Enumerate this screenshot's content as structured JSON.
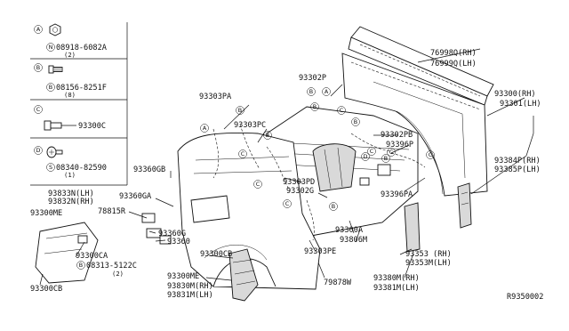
{
  "legend": {
    "items": [
      {
        "key": "A",
        "circle": "N",
        "part": "08918-6082A",
        "qty": "(2)"
      },
      {
        "key": "B",
        "circle": "B",
        "part": "08156-8251F",
        "qty": "(8)"
      },
      {
        "key": "C",
        "circle": "",
        "part": "93300C",
        "qty": ""
      },
      {
        "key": "D",
        "circle": "S",
        "part": "08340-82590",
        "qty": "(1)"
      }
    ]
  },
  "labels": {
    "rh_76998Q": "76998Q(RH)",
    "lh_76999Q": "76999Q(LH)",
    "rh_93300": "93300(RH)",
    "lh_93301": "93301(LH)",
    "p93302P": "93302P",
    "p93303PA": "93303PA",
    "p93303PC": "93303PC",
    "p93302PB": "93302PB",
    "p93396P": "93396P",
    "p93396PA": "93396PA",
    "rh_93384P": "93384P(RH)",
    "lh_93385P": "93385P(LH)",
    "p93360GB": "93360GB",
    "p93303PD": "93303PD",
    "p93302G": "93302G",
    "lh_93833N": "93833N(LH)",
    "rh_93832N": "93832N(RH)",
    "p93360GA": "93360GA",
    "p93300ME_a": "93300ME",
    "p78815R": "78815R",
    "p93360G": "93360G",
    "p93360": "93360",
    "p93300A": "93300A",
    "p93806M": "93806M",
    "p93300CA": "93300CA",
    "bolt_08313": "08313-5122C",
    "bolt_08313_qty": "(2)",
    "p93303PE": "93303PE",
    "rh_93353": "93353 (RH)",
    "lh_93353M": "93353M(LH)",
    "p93300CB_a": "93300CB",
    "p93300CB_b": "93300CB",
    "p93300ME_b": "93300ME",
    "rh_93830M": "93830M(RH)",
    "lh_93831M": "93831M(LH)",
    "p79878W": "79878W",
    "rh_93380M": "93380M(RH)",
    "lh_93381M": "93381M(LH)",
    "diagram_ref": "R9350002"
  },
  "callouts": {
    "A": "A",
    "B": "B",
    "C": "C",
    "D": "D",
    "N": "N",
    "S": "S"
  }
}
